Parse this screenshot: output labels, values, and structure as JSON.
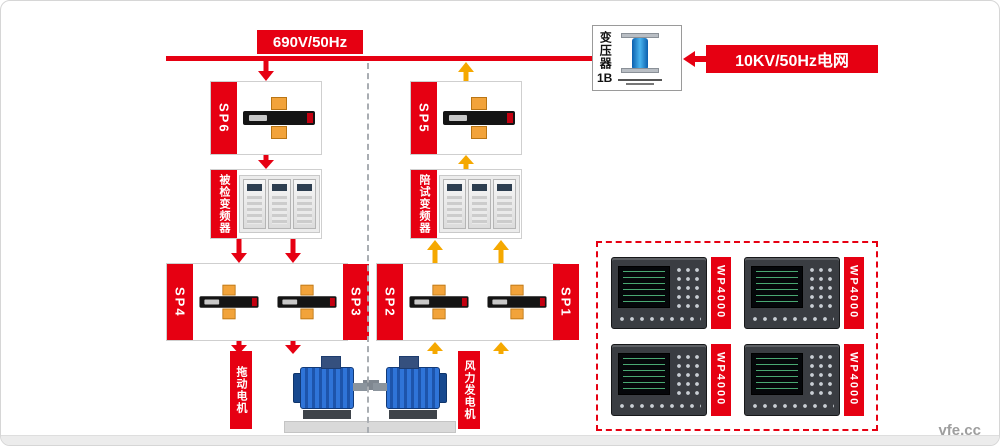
{
  "colors": {
    "accent_red": "#e60012",
    "flow_yellow": "#f5a800"
  },
  "bus": {
    "label": "690V/50Hz"
  },
  "grid": {
    "label": "10KV/50Hz电网"
  },
  "transformer": {
    "name": "变压器",
    "id": "1B"
  },
  "sensors": {
    "sp1": "SP1",
    "sp2": "SP2",
    "sp3": "SP3",
    "sp4": "SP4",
    "sp5": "SP5",
    "sp6": "SP6"
  },
  "converters": {
    "under_test": "被检变频器",
    "companion": "陪试变频器"
  },
  "machines": {
    "drag_motor": "拖动电机",
    "wind_generator": "风力发电机"
  },
  "analyzers": {
    "items": [
      {
        "label": "WP4000"
      },
      {
        "label": "WP4000"
      },
      {
        "label": "WP4000"
      },
      {
        "label": "WP4000"
      }
    ]
  },
  "watermark": "vfe.cc"
}
